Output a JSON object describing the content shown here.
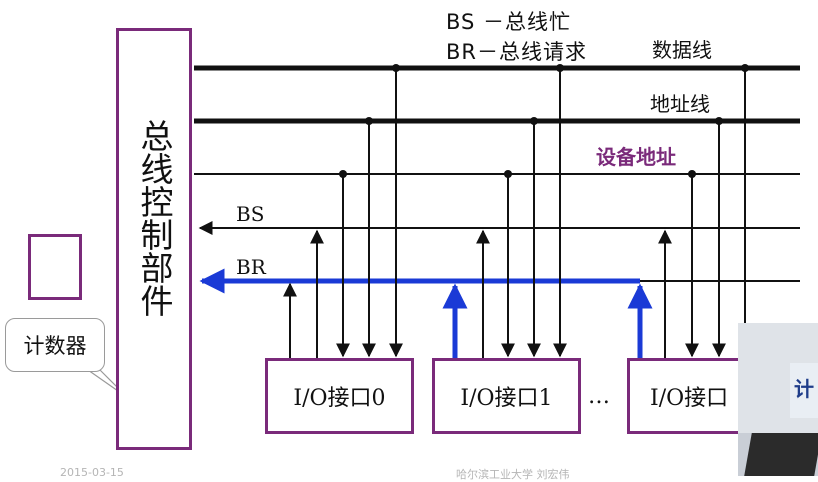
{
  "legend": {
    "bs": "BS －总线忙",
    "br": "BR－总线请求"
  },
  "controller": {
    "title": "总线控制部件"
  },
  "counter": {
    "label": "计数器"
  },
  "lines": {
    "data": "数据线",
    "address": "地址线",
    "device_address": "设备地址",
    "bs": "BS",
    "br": "BR"
  },
  "interfaces": [
    {
      "label": "I/O接口0"
    },
    {
      "label": "I/O接口1"
    },
    {
      "label": "I/O接口"
    }
  ],
  "ellipsis": "…",
  "footer": {
    "left": "2015-03-15",
    "center": "哈尔滨工业大学 刘宏伟"
  },
  "webcam": {
    "banner_text": "计"
  },
  "colors": {
    "box_border": "#7a2a7a",
    "bus_line": "#111111",
    "br_highlight": "#1a3ad6",
    "device_address_label": "#7a2a7a"
  }
}
